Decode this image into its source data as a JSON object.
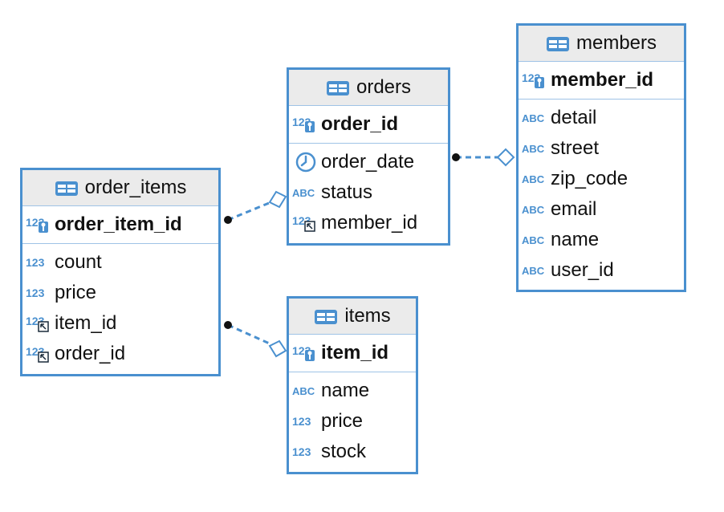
{
  "colors": {
    "border": "#4a90cf",
    "header_bg": "#ebebeb",
    "accent": "#4a90cf"
  },
  "entities": {
    "orders": {
      "title": "orders",
      "pk": {
        "name": "order_id",
        "type_icon": "numeric-key-icon"
      },
      "columns": [
        {
          "name": "order_date",
          "type_icon": "clock-icon"
        },
        {
          "name": "status",
          "type_icon": "abc-icon"
        },
        {
          "name": "member_id",
          "type_icon": "numeric-fk-icon"
        }
      ]
    },
    "members": {
      "title": "members",
      "pk": {
        "name": "member_id",
        "type_icon": "numeric-key-icon"
      },
      "columns": [
        {
          "name": "detail",
          "type_icon": "abc-icon"
        },
        {
          "name": "street",
          "type_icon": "abc-icon"
        },
        {
          "name": "zip_code",
          "type_icon": "abc-icon"
        },
        {
          "name": "email",
          "type_icon": "abc-icon"
        },
        {
          "name": "name",
          "type_icon": "abc-icon"
        },
        {
          "name": "user_id",
          "type_icon": "abc-icon"
        }
      ]
    },
    "order_items": {
      "title": "order_items",
      "pk": {
        "name": "order_item_id",
        "type_icon": "numeric-key-icon"
      },
      "columns": [
        {
          "name": "count",
          "type_icon": "numeric-icon"
        },
        {
          "name": "price",
          "type_icon": "numeric-icon"
        },
        {
          "name": "item_id",
          "type_icon": "numeric-fk-icon"
        },
        {
          "name": "order_id",
          "type_icon": "numeric-fk-icon"
        }
      ]
    },
    "items": {
      "title": "items",
      "pk": {
        "name": "item_id",
        "type_icon": "numeric-key-icon"
      },
      "columns": [
        {
          "name": "name",
          "type_icon": "abc-icon"
        },
        {
          "name": "price",
          "type_icon": "numeric-icon"
        },
        {
          "name": "stock",
          "type_icon": "numeric-icon"
        }
      ]
    }
  },
  "relationships": [
    {
      "from": "orders",
      "to": "members"
    },
    {
      "from": "order_items",
      "to": "orders"
    },
    {
      "from": "order_items",
      "to": "items"
    }
  ]
}
